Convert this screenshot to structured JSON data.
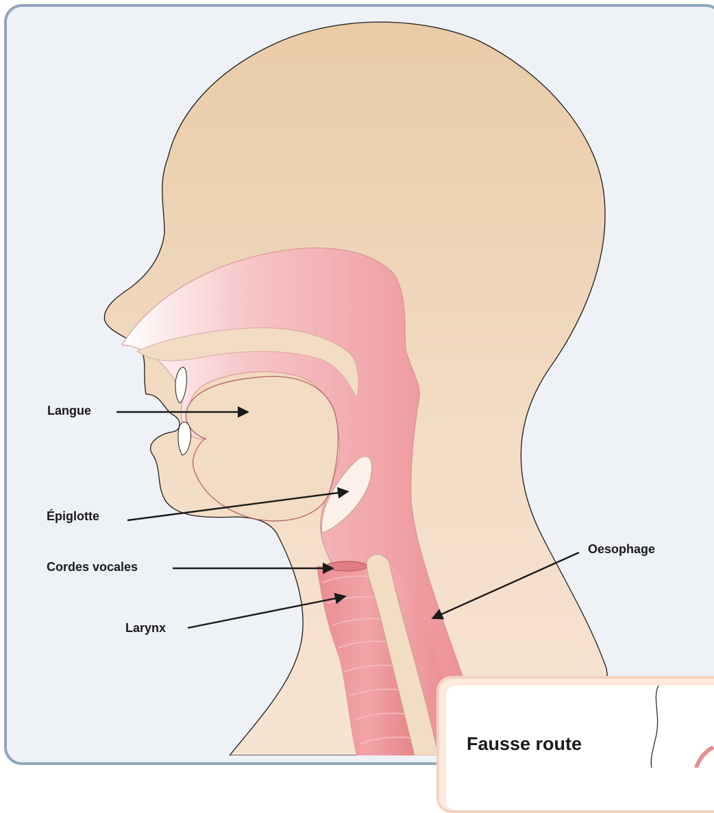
{
  "labels": {
    "tongue": "Langue",
    "epiglottis": "Épiglotte",
    "vocal_cords": "Cordes vocales",
    "larynx": "Larynx",
    "esophagus": "Oesophage"
  },
  "inset": {
    "title": "Fausse route"
  },
  "colors": {
    "frame_border": "#8fa7bd",
    "background": "#eef1f6",
    "skin": "#f3dcc3",
    "airway": "#ef9a9a",
    "inset_border": "#f2d3c0"
  }
}
